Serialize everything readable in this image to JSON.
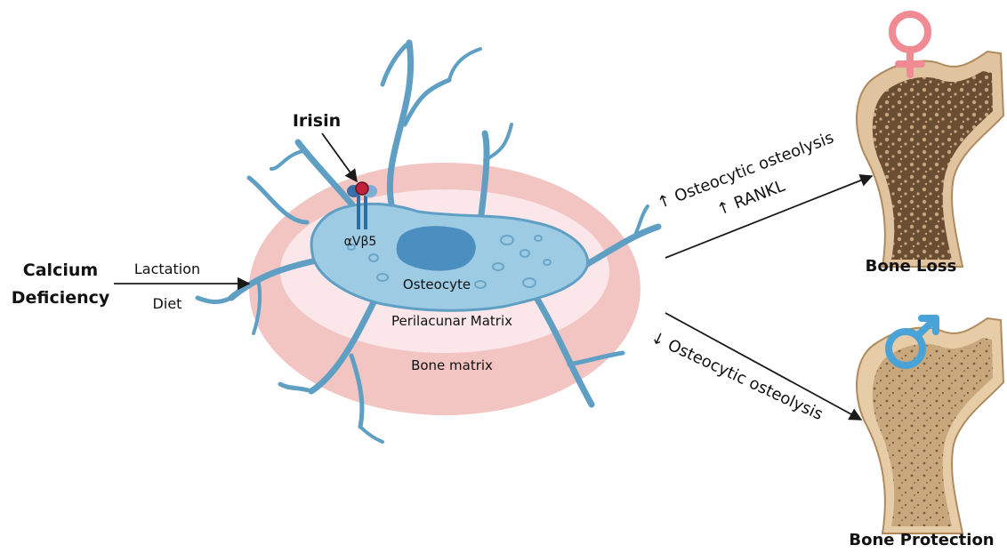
{
  "diagram": {
    "inputs": {
      "calcium_line1": "Calcium",
      "calcium_line2": "Deficiency",
      "lactation": "Lactation",
      "diet": "Diet"
    },
    "cell": {
      "irisin": "Irisin",
      "receptor": "αVβ5",
      "osteocyte": "Osteocyte",
      "perilacunar": "Perilacunar Matrix",
      "bone_matrix": "Bone matrix"
    },
    "female_path": {
      "line1": "↑ Osteocytic osteolysis",
      "line2": "↑ RANKL",
      "outcome": "Bone Loss",
      "symbol": "female-symbol"
    },
    "male_path": {
      "line1": "↓ Osteocytic osteolysis",
      "outcome": "Bone Protection",
      "symbol": "male-symbol"
    },
    "colors": {
      "lacuna_outer": "#f2c4c2",
      "lacuna_inner": "#fbe7ea",
      "cell_fill": "#9dcbe3",
      "cell_stroke": "#5f9fc4",
      "nucleus": "#4a8fc0",
      "bone_cortex": "#e0c39f",
      "bone_trabecular_loss": "#6f5237",
      "bone_trabecular_protect": "#b9956d",
      "female": "#f08a93",
      "male": "#4aa3d6",
      "irisin": "#c0223b",
      "receptor": "#2c6fa8"
    }
  }
}
